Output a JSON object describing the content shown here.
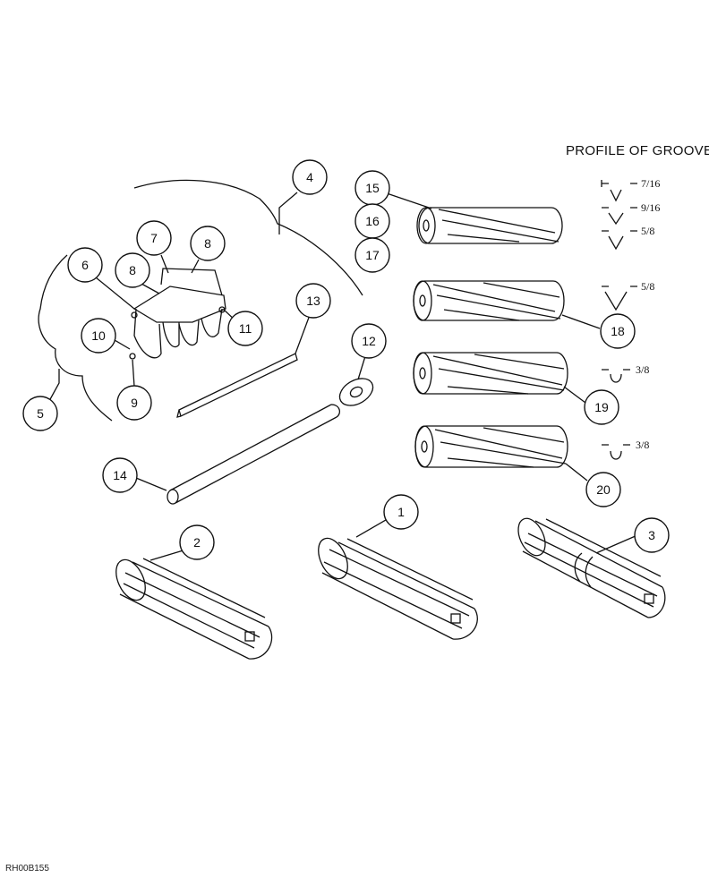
{
  "callouts": {
    "c1": "1",
    "c2": "2",
    "c3": "3",
    "c4": "4",
    "c5": "5",
    "c6": "6",
    "c7": "7",
    "c8a": "8",
    "c8b": "8",
    "c9": "9",
    "c10": "10",
    "c11": "11",
    "c12": "12",
    "c13": "13",
    "c14": "14",
    "c15": "15",
    "c16": "16",
    "c17": "17",
    "c18": "18",
    "c19": "19",
    "c20": "20"
  },
  "profile": {
    "title": "PROFILE OF GROOVE",
    "dims": {
      "d1": "7/16",
      "d2": "9/16",
      "d3": "5/8",
      "d4": "5/8",
      "d5": "3/8",
      "d6": "3/8"
    }
  },
  "footer": {
    "code": "RH00B155"
  }
}
